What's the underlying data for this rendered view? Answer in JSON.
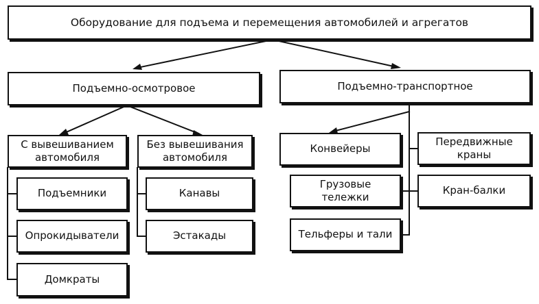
{
  "diagram": {
    "root": "Оборудование для подъема и перемещения автомобилей и агрегатов",
    "groups": {
      "inspection": {
        "label": "Подъемно-осмотровое",
        "with_lifting": {
          "label": "С вывешиванием\nавтомобиля",
          "items": [
            "Подъемники",
            "Опрокидыватели",
            "Домкраты"
          ]
        },
        "without_lifting": {
          "label": "Без вывешивания\nавтомобиля",
          "items": [
            "Канавы",
            "Эстакады"
          ]
        }
      },
      "transport": {
        "label": "Подъемно-транспортное",
        "left_items": [
          "Конвейеры",
          "Грузовые\nтележки",
          "Тельферы и тали"
        ],
        "right_items": [
          "Передвижные\nкраны",
          "Кран-балки"
        ]
      }
    }
  }
}
